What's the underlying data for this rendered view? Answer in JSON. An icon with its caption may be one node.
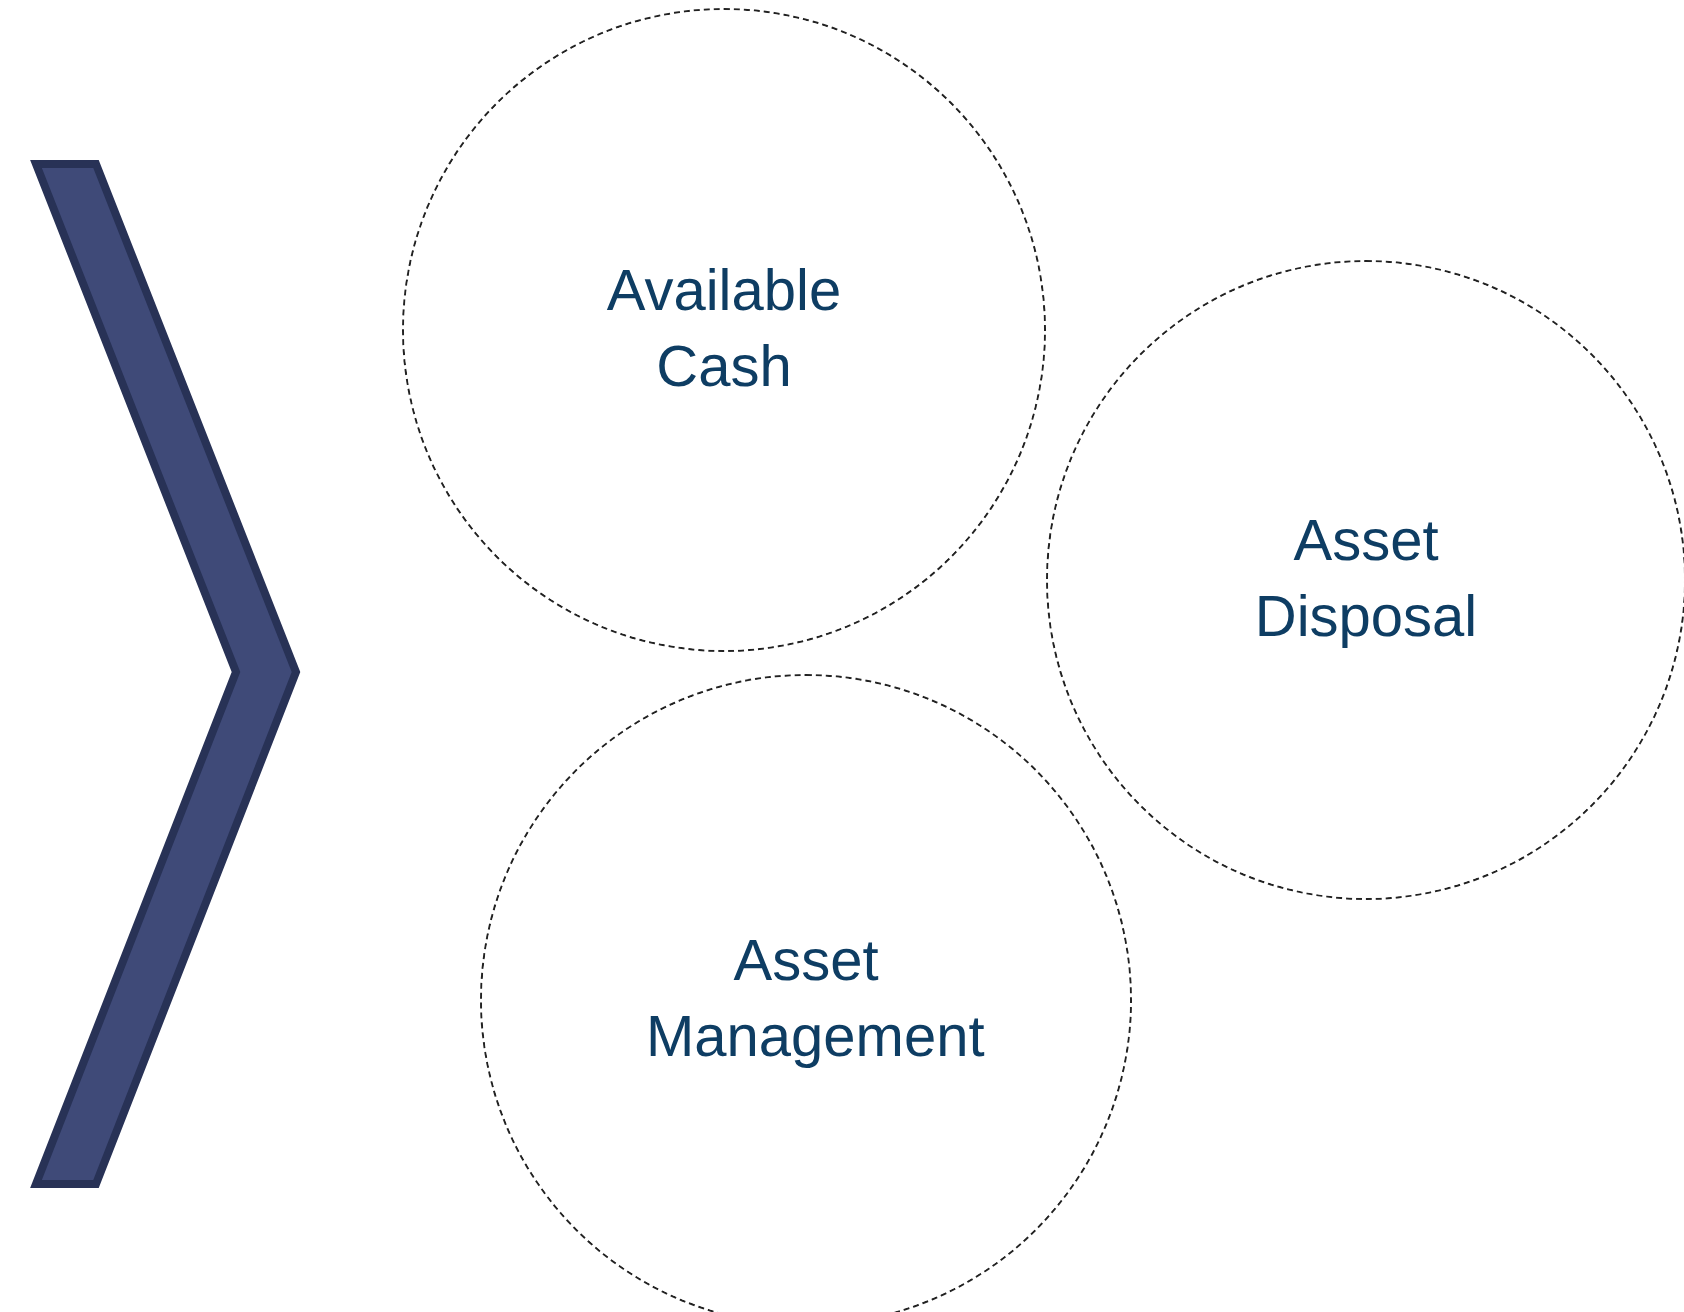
{
  "diagram": {
    "nodes": [
      {
        "text": [],
        "shape": "chevron"
      },
      {
        "text": [
          "Available Cash"
        ]
      },
      {
        "text": [
          "Asset Disposal"
        ]
      },
      {
        "text": [
          "Asset Management"
        ]
      }
    ]
  }
}
